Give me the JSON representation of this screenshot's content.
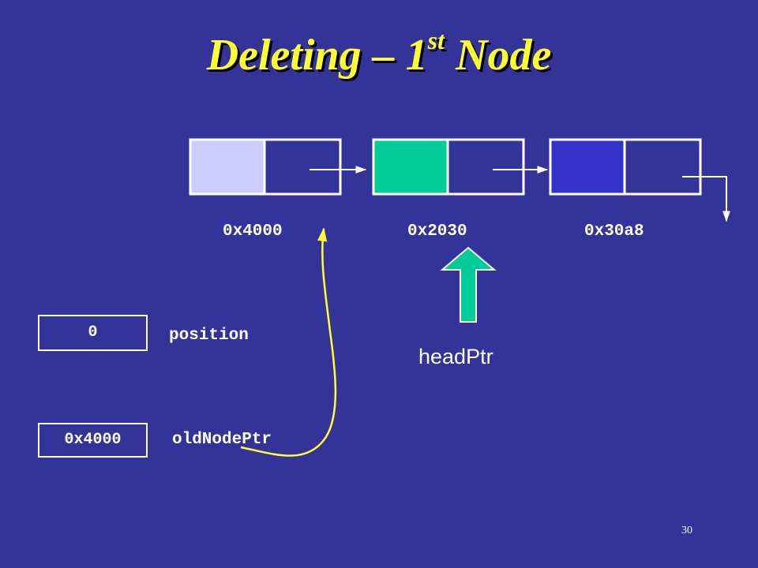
{
  "slide": {
    "title_main": "Deleting – 1",
    "title_sup": "st",
    "title_end": " Node",
    "page_number": "30"
  },
  "nodes": [
    {
      "address": "0x4000",
      "data_color": "#ccccff"
    },
    {
      "address": "0x2030",
      "data_color": "#00cc99"
    },
    {
      "address": "0x30a8",
      "data_color": "#3333cc"
    }
  ],
  "variables": {
    "position": {
      "value": "0",
      "label": "position"
    },
    "oldNodePtr": {
      "value": "0x4000",
      "label": "oldNodePtr"
    }
  },
  "head_pointer": {
    "label": "headPtr",
    "arrow_color": "#00cc99"
  },
  "colors": {
    "background": "#333399",
    "title": "#ffff33",
    "curve": "#ffff33",
    "outline": "#ffffff"
  }
}
